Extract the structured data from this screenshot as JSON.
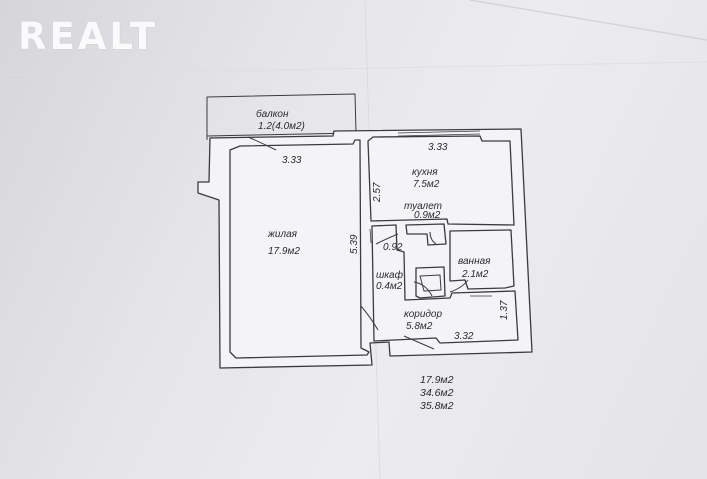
{
  "watermark": {
    "text": "REALT"
  },
  "plan": {
    "balcony": {
      "name": "балкон",
      "area": "1.2(4.0м2)"
    },
    "living": {
      "name": "жилая",
      "area": "17.9м2"
    },
    "kitchen": {
      "name": "кухня",
      "area": "7.5м2"
    },
    "toilet": {
      "name": "туалет",
      "area": "0.9м2"
    },
    "bathroom": {
      "name": "ванная",
      "area": "2.1м2"
    },
    "closet": {
      "name": "шкаф",
      "area": "0.4м2"
    },
    "corridor": {
      "name": "коридор",
      "area": "5.8м2"
    },
    "dimensions": {
      "living_width": "3.33",
      "kitchen_width": "3.33",
      "kitchen_depth": "2.57",
      "living_depth": "5.39",
      "hall_width": "0.92",
      "corridor_width": "3.32",
      "corridor_depth": "1.37"
    },
    "totals": [
      "17.9м2",
      "34.6м2",
      "35.8м2"
    ]
  },
  "colors": {
    "paper": "#ececef",
    "wall_fill": "#f4f4f6",
    "wall_line": "#3a3a40",
    "watermark": "#ffffff"
  }
}
